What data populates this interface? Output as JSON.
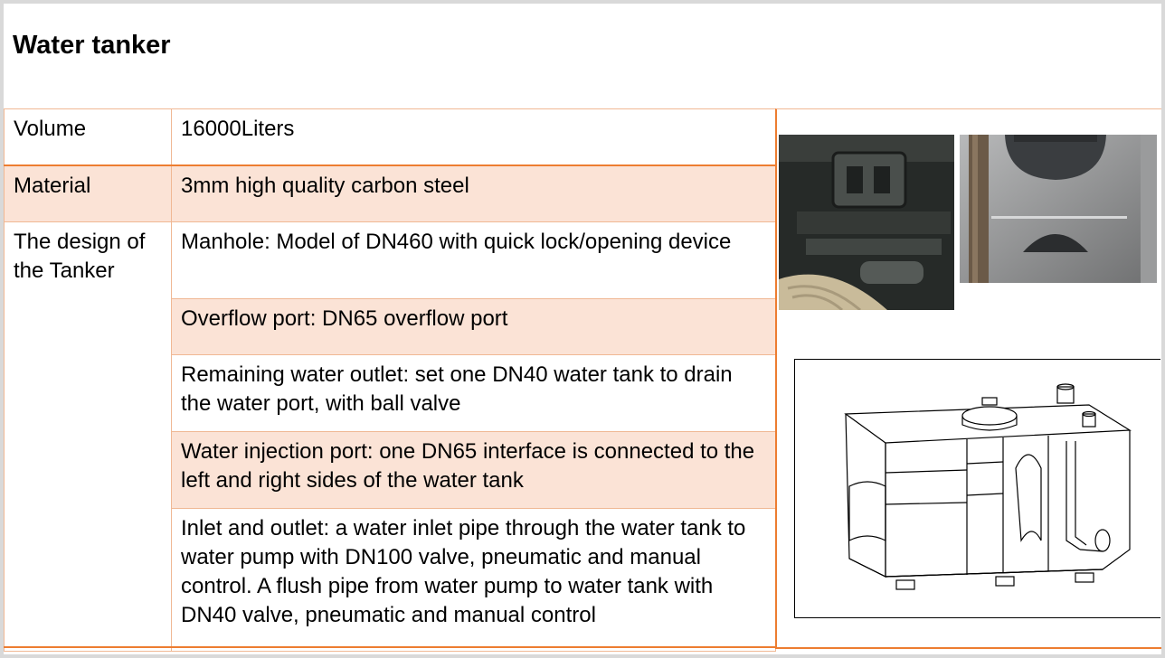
{
  "title": "Water tanker",
  "rows": [
    {
      "label": "Volume",
      "value": "16000Liters"
    },
    {
      "label": "Material",
      "value": "3mm high quality carbon steel"
    },
    {
      "label": "The design of the Tanker",
      "value": "Manhole: Model of DN460 with quick lock/opening device"
    },
    {
      "label": "",
      "value": "Overflow port:  DN65 overflow port"
    },
    {
      "label": "",
      "value": "Remaining water outlet: set one DN40 water tank to drain the water port, with ball valve"
    },
    {
      "label": "",
      "value": "Water injection port: one DN65 interface is connected to the left and right sides of the water tank"
    },
    {
      "label": "",
      "value": "Inlet and outlet: a water inlet pipe through the water tank to water pump with DN100 valve, pneumatic and manual control. A flush pipe from water pump to water tank with DN40 valve, pneumatic and manual control"
    }
  ],
  "colors": {
    "accent": "#ed7d31",
    "shade": "#fbe3d6",
    "grid": "#f0b894"
  }
}
